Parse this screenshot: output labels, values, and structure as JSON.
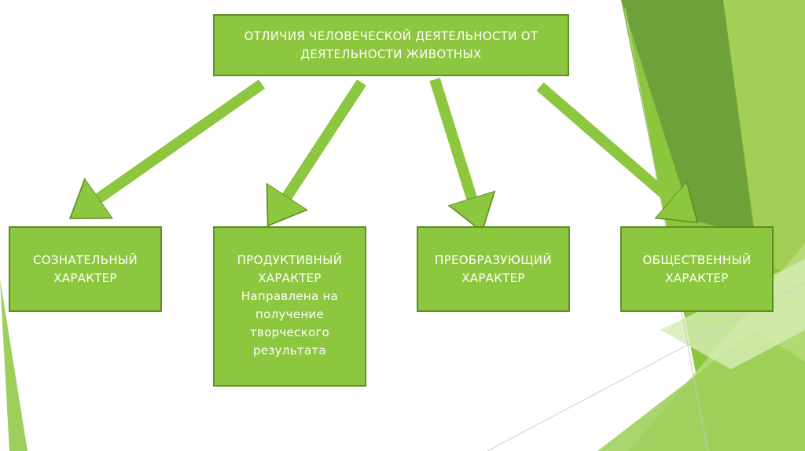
{
  "title": {
    "line1": "ОТЛИЧИЯ ЧЕЛОВЕЧЕСКОЙ ДЕЯТЕЛЬНОСТИ ОТ",
    "line2": "ДЕЯТЕЛЬНОСТИ ЖИВОТНЫХ"
  },
  "boxes": [
    {
      "line1": "СОЗНАТЕЛЬНЫЙ",
      "line2": "ХАРАКТЕР"
    },
    {
      "line1": "ПРОДУКТИВНЫЙ",
      "line2": "ХАРАКТЕР",
      "desc": [
        "Направлена на",
        "получение",
        "творческого",
        "результата"
      ]
    },
    {
      "line1": "ПРЕОБРАЗУЮЩИЙ",
      "line2": "ХАРАКТЕР"
    },
    {
      "line1": "ОБЩЕСТВЕННЫЙ",
      "line2": "ХАРАКТЕР"
    }
  ],
  "colors": {
    "box_fill": "#8dc63f",
    "box_border": "#5f8f22",
    "arrow": "#8dc63f",
    "text": "#ffffff"
  }
}
